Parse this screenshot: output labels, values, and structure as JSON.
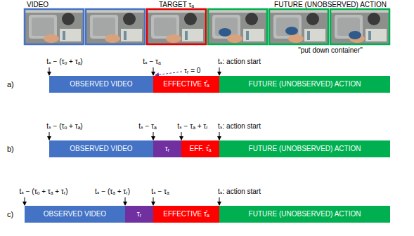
{
  "diagram": {
    "nodes": [
      {
        "text": [
          "OBSERVED VIDEO"
        ]
      },
      {
        "text": [
          "EFFECTIVE τ̂ₐ"
        ]
      },
      {
        "text": [
          "FUTURE (UNOBSERVED) ACTION"
        ]
      },
      {
        "text": [
          "OBSERVED VIDEO"
        ]
      },
      {
        "text": [
          "τᵣ"
        ]
      },
      {
        "text": [
          "EFF. τ̂ₐ"
        ]
      },
      {
        "text": [
          "FUTURE (UNOBSERVED) ACTION"
        ]
      },
      {
        "text": [
          "OBSERVED VIDEO"
        ]
      },
      {
        "text": [
          "τᵣ"
        ]
      },
      {
        "text": [
          "EFFECTIVE τ̂ₐ"
        ]
      },
      {
        "text": [
          "FUTURE (UNOBSERVED) ACTION"
        ]
      }
    ],
    "labels": [
      "VIDEO",
      "TARGET τₐ",
      "FUTURE (UNOBSERVED) ACTION",
      "\"put down container\"",
      "tₛ − (τₒ + τₐ)",
      "tₛ − τₐ",
      "τᵣ = 0",
      "tₛ: action start",
      "a)",
      "tₛ − (τₒ + τₐ)",
      "tₛ − τₐ",
      "tₛ − τₐ + τᵣ",
      "tₛ: action start",
      "b)",
      "tₛ − (τₒ + τₐ + τᵣ)",
      "tₛ − (τₐ + τᵣ)",
      "tₛ − τₐ",
      "tₛ: action start",
      "c)"
    ]
  }
}
